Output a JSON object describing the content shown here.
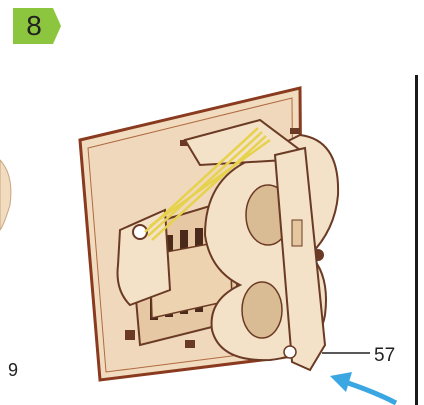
{
  "step": {
    "number": "8",
    "badge_color": "#8cc63f"
  },
  "labels": {
    "left_step_ref": "9",
    "part_callout": "57"
  },
  "colors": {
    "wood_light": "#f1dcc0",
    "wood_mid": "#e6c9a4",
    "wood_edge": "#8a3a1e",
    "rubber_band": "#e7d24b",
    "arrow": "#3aa7e3"
  },
  "icons": {
    "arrow": "blue-arrow-icon"
  }
}
